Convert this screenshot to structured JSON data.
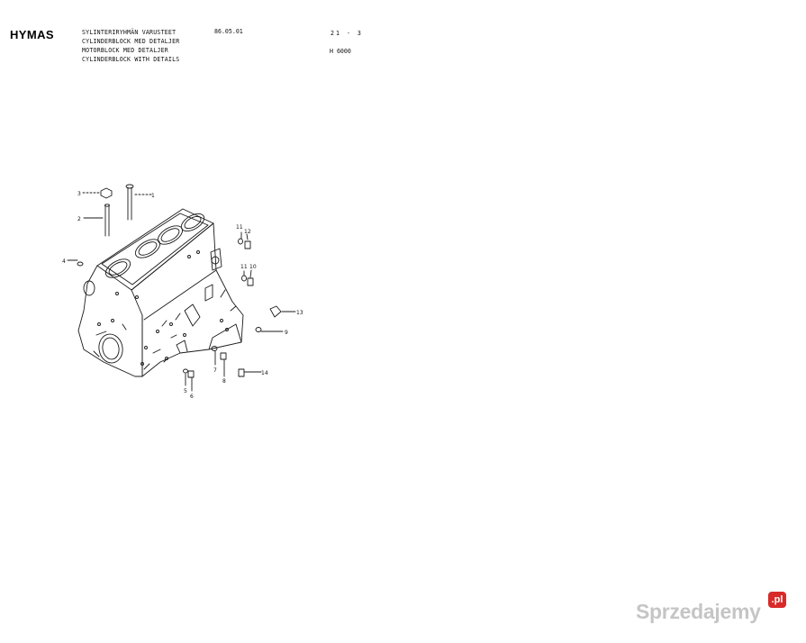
{
  "header": {
    "logo": "HYMAS",
    "titles": [
      "SYLINTERIRYHMÄN VARUSTEET",
      "CYLINDERBLOCK MED DETALJER",
      "MOTORBLOCK MED DETALJER",
      "CYLINDERBLOCK WITH DETAILS"
    ],
    "date": "86.05.01",
    "page": "21 - 3",
    "model": "H 6000"
  },
  "diagram": {
    "callouts": [
      "1",
      "2",
      "3",
      "4",
      "5",
      "6",
      "7",
      "8",
      "9",
      "10",
      "11",
      "11",
      "12",
      "13",
      "14"
    ]
  },
  "watermark": {
    "text": "Sprzedajemy",
    "badge": ".pl"
  }
}
